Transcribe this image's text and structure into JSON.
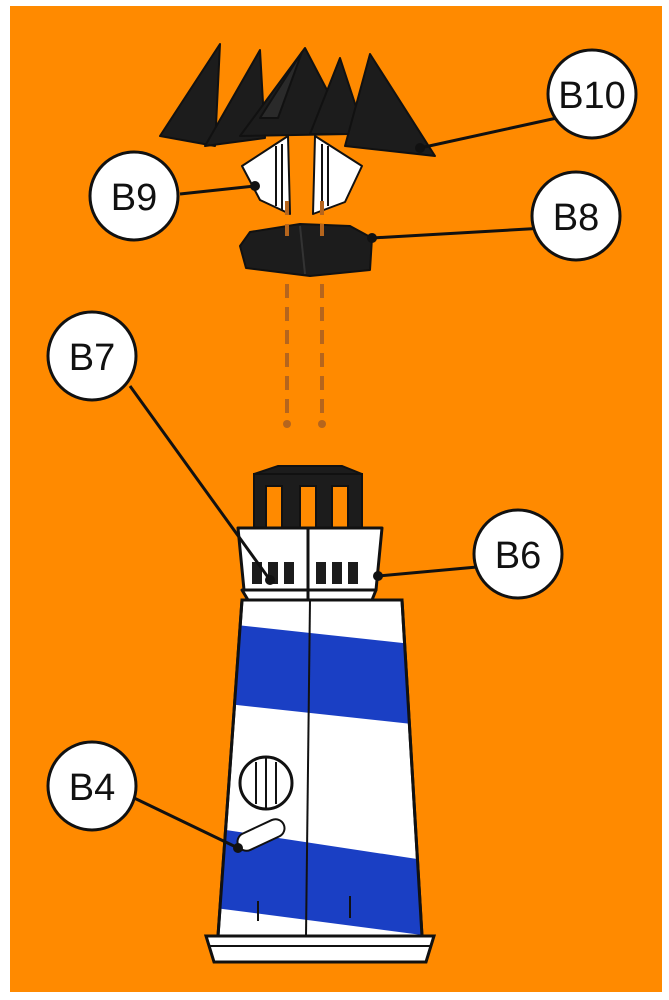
{
  "colors": {
    "background": "#ff8a00",
    "stripe": "#1a3fc4",
    "body": "#ffffff",
    "part_dark": "#1c1c1c",
    "outline": "#111111"
  },
  "callouts": [
    {
      "id": "b10",
      "label": "B10"
    },
    {
      "id": "b9",
      "label": "B9"
    },
    {
      "id": "b8",
      "label": "B8"
    },
    {
      "id": "b7",
      "label": "B7"
    },
    {
      "id": "b6",
      "label": "B6"
    },
    {
      "id": "b4",
      "label": "B4"
    }
  ]
}
